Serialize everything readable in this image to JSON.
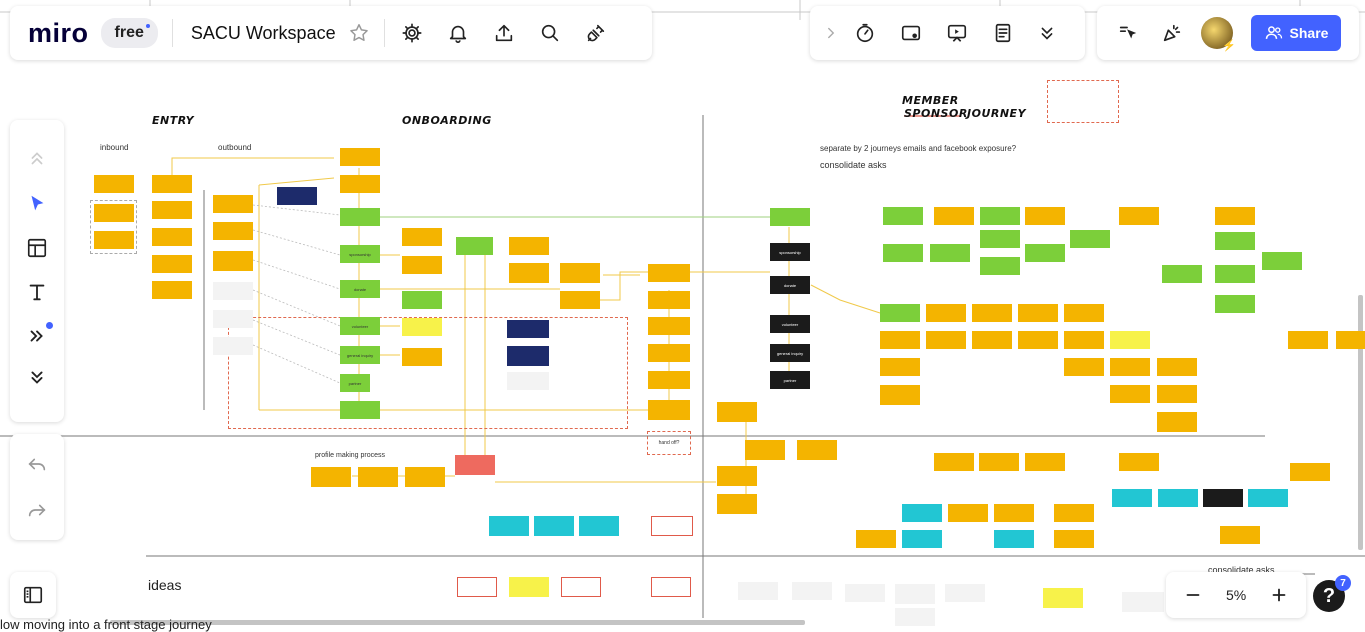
{
  "app": {
    "logo": "miro",
    "plan_badge": "free",
    "board_title": "SACU Workspace",
    "share_label": "Share"
  },
  "icons": {
    "favorite": "star-icon",
    "settings": "gear-icon",
    "notifications": "bell-icon",
    "export": "upload-icon",
    "search": "search-icon",
    "integrations": "plug-icon",
    "collapse": "chevron-right-icon",
    "timer": "timer-icon",
    "card": "card-icon",
    "present": "present-icon",
    "notes": "notes-icon",
    "more": "double-chevron-down-icon",
    "cursor_follow": "cursor-icon",
    "celebrate": "party-icon",
    "select": "pointer-icon",
    "templates": "template-icon",
    "text": "text-icon",
    "more_tools": "double-chevron-right-icon",
    "expand": "double-chevron-down-icon",
    "undo": "undo-icon",
    "redo": "redo-icon",
    "frames": "sidebar-icon",
    "zoom_out": "minus-icon",
    "zoom_in": "plus-icon",
    "help": "help-icon"
  },
  "zoom": {
    "level": "5%"
  },
  "help_badge": "7",
  "colors": {
    "accent": "#4262ff",
    "sticky_yellow": "#f4b400",
    "sticky_green": "#7ccf3a",
    "sticky_cyan": "#22c6d3",
    "sticky_dark": "#1b1b1b",
    "sticky_navy": "#1d2b6b",
    "frame_dash": "#e0694f"
  },
  "canvas": {
    "headings": {
      "entry": "ENTRY",
      "onboarding": "ONBOARDING",
      "member": "MEMBER",
      "sponsor": "SPONSOR",
      "journey": "JOURNEY"
    },
    "labels": {
      "inbound": "inbound",
      "outbound": "outbound",
      "separate": "separate by 2 journeys emails and facebook exposure?",
      "consolidate": "consolidate asks",
      "profile": "profile making process",
      "ideas": "ideas",
      "consolidate_bottom": "consolidate asks",
      "bottom_cut": "low moving into a front stage journey"
    },
    "flow": {
      "sponsorship": "sponsorship",
      "donate": "donate",
      "volunteer": "volunteer",
      "general_inquiry": "general inquiry",
      "partner": "partner",
      "handoff": "hand off?"
    }
  }
}
